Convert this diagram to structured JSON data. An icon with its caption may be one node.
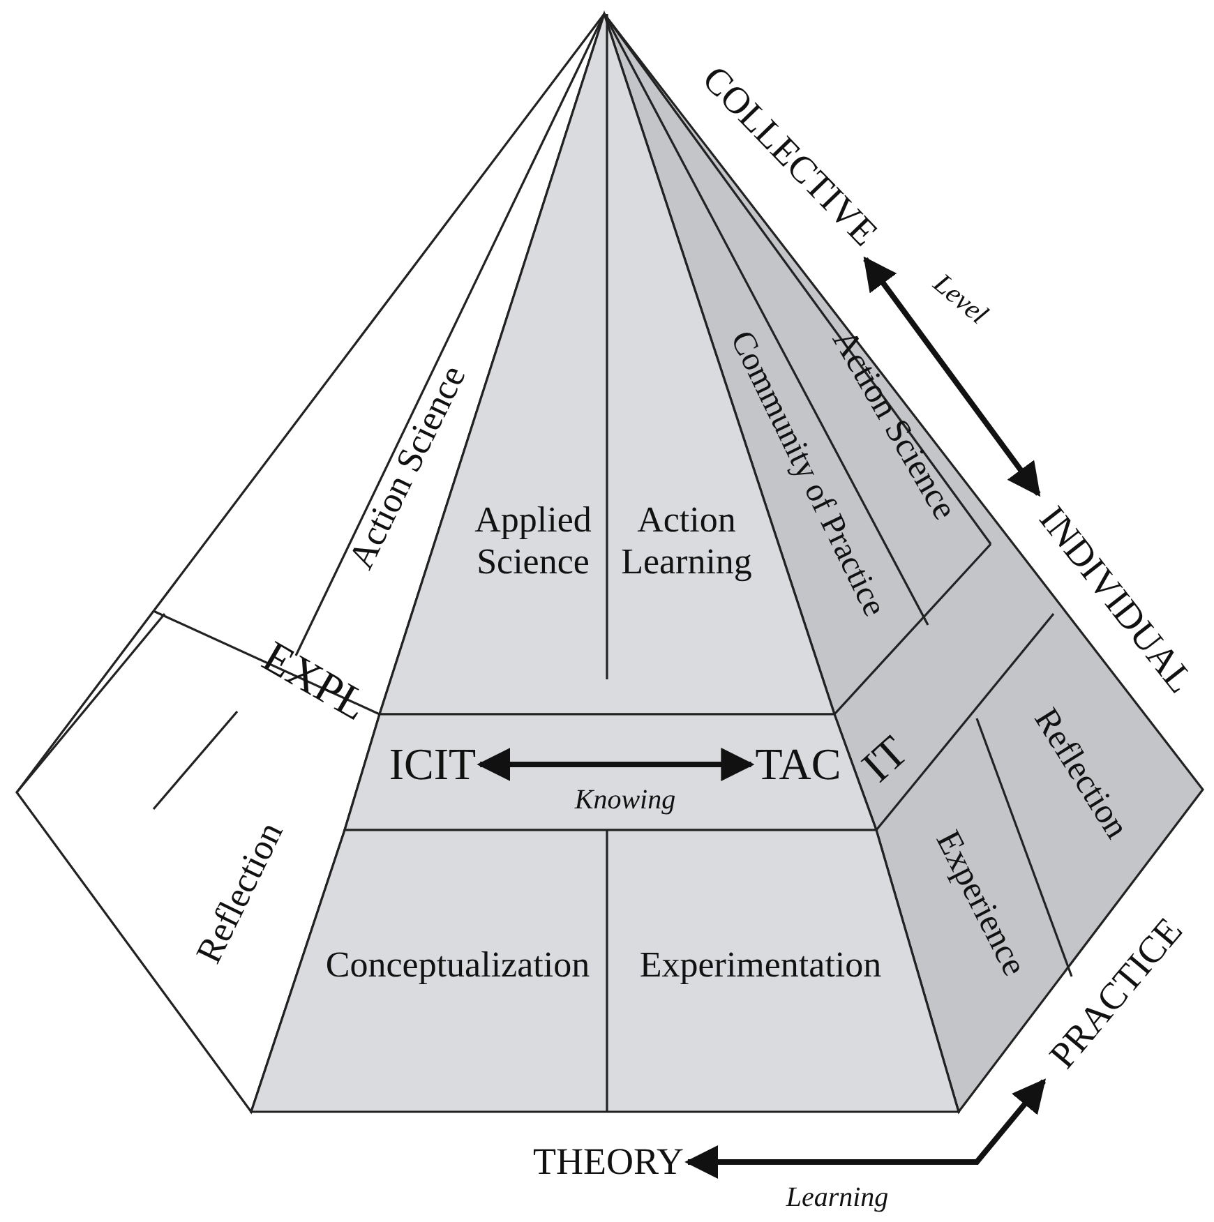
{
  "diagram": {
    "nodes": [
      {
        "text": [
          "COLLECTIVE"
        ]
      },
      {
        "text": [
          "INDIVIDUAL"
        ]
      },
      {
        "text": [
          "THEORY"
        ]
      },
      {
        "text": [
          "PRACTICE"
        ]
      },
      {
        "text": [
          "ICIT"
        ]
      },
      {
        "text": [
          "TAC"
        ]
      },
      {
        "text": [
          "Action Science"
        ]
      },
      {
        "text": [
          "Applied Science"
        ]
      },
      {
        "text": [
          "Action Learning"
        ]
      },
      {
        "text": [
          "Community of Practice"
        ]
      },
      {
        "text": [
          "Action Science"
        ]
      },
      {
        "text": [
          "Reflection"
        ]
      },
      {
        "text": [
          "Conceptualization"
        ]
      },
      {
        "text": [
          "Experimentation"
        ]
      },
      {
        "text": [
          "Experience"
        ]
      },
      {
        "text": [
          "Reflection"
        ]
      }
    ],
    "edges": [
      {
        "from": 0,
        "to": 1,
        "arrow": "both",
        "label": "Level"
      },
      {
        "from": 4,
        "to": 5,
        "arrow": "both",
        "label": "Knowing"
      },
      {
        "from": 2,
        "to": 3,
        "arrow": "both",
        "label": "Learning"
      }
    ],
    "labels": [
      "EXPL",
      "IT"
    ]
  }
}
